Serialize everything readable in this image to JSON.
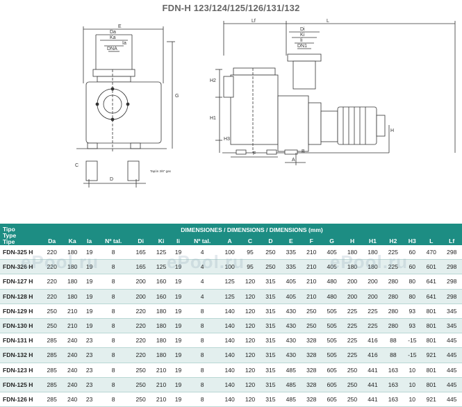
{
  "title": "FDN-H 123/124/125/126/131/132",
  "drawing_labels": {
    "E": "E",
    "Da": "Da",
    "Ka": "Ka",
    "Ia": "Ia",
    "DNA": "DNA",
    "G": "G",
    "C": "C",
    "D": "D",
    "tapon": "Tapón 3/8\" gas",
    "Lf": "Lf",
    "L": "L",
    "Di": "Di",
    "Ki": "Ki",
    "Ii": "Ii",
    "DN1": "DN1",
    "H2": "H2",
    "H1": "H1",
    "H3": "H3",
    "F": "F",
    "A": "A",
    "B": "B",
    "H": "H"
  },
  "table": {
    "tipo_header": [
      "Tipo",
      "Type",
      "Tipe"
    ],
    "dimensions_header": "DIMENSIONES / DIMENSIONS / DIMENSIONS (mm)",
    "columns": [
      "Da",
      "Ka",
      "Ia",
      "Nº tal.",
      "Di",
      "Ki",
      "Ii",
      "Nº tal.",
      "A",
      "C",
      "D",
      "E",
      "F",
      "G",
      "H",
      "H1",
      "H2",
      "H3",
      "L",
      "Lf"
    ],
    "rows": [
      {
        "model": "FDN-325 H",
        "values": [
          "220",
          "180",
          "19",
          "8",
          "165",
          "125",
          "19",
          "4",
          "100",
          "95",
          "250",
          "335",
          "210",
          "405",
          "180",
          "180",
          "225",
          "60",
          "470",
          "298"
        ]
      },
      {
        "model": "FDN-326 H",
        "values": [
          "220",
          "180",
          "19",
          "8",
          "165",
          "125",
          "19",
          "4",
          "100",
          "95",
          "250",
          "335",
          "210",
          "405",
          "180",
          "180",
          "225",
          "60",
          "601",
          "298"
        ]
      },
      {
        "model": "FDN-127 H",
        "values": [
          "220",
          "180",
          "19",
          "8",
          "200",
          "160",
          "19",
          "4",
          "125",
          "120",
          "315",
          "405",
          "210",
          "480",
          "200",
          "200",
          "280",
          "80",
          "641",
          "298"
        ]
      },
      {
        "model": "FDN-128 H",
        "values": [
          "220",
          "180",
          "19",
          "8",
          "200",
          "160",
          "19",
          "4",
          "125",
          "120",
          "315",
          "405",
          "210",
          "480",
          "200",
          "200",
          "280",
          "80",
          "641",
          "298"
        ]
      },
      {
        "model": "FDN-129 H",
        "values": [
          "250",
          "210",
          "19",
          "8",
          "220",
          "180",
          "19",
          "8",
          "140",
          "120",
          "315",
          "430",
          "250",
          "505",
          "225",
          "225",
          "280",
          "93",
          "801",
          "345"
        ]
      },
      {
        "model": "FDN-130 H",
        "values": [
          "250",
          "210",
          "19",
          "8",
          "220",
          "180",
          "19",
          "8",
          "140",
          "120",
          "315",
          "430",
          "250",
          "505",
          "225",
          "225",
          "280",
          "93",
          "801",
          "345"
        ]
      },
      {
        "model": "FDN-131 H",
        "values": [
          "285",
          "240",
          "23",
          "8",
          "220",
          "180",
          "19",
          "8",
          "140",
          "120",
          "315",
          "430",
          "328",
          "505",
          "225",
          "416",
          "88",
          "-15",
          "801",
          "445"
        ]
      },
      {
        "model": "FDN-132 H",
        "values": [
          "285",
          "240",
          "23",
          "8",
          "220",
          "180",
          "19",
          "8",
          "140",
          "120",
          "315",
          "430",
          "328",
          "505",
          "225",
          "416",
          "88",
          "-15",
          "921",
          "445"
        ]
      },
      {
        "model": "FDN-123 H",
        "values": [
          "285",
          "240",
          "23",
          "8",
          "250",
          "210",
          "19",
          "8",
          "140",
          "120",
          "315",
          "485",
          "328",
          "605",
          "250",
          "441",
          "163",
          "10",
          "801",
          "445"
        ]
      },
      {
        "model": "FDN-125 H",
        "values": [
          "285",
          "240",
          "23",
          "8",
          "250",
          "210",
          "19",
          "8",
          "140",
          "120",
          "315",
          "485",
          "328",
          "605",
          "250",
          "441",
          "163",
          "10",
          "801",
          "445"
        ]
      },
      {
        "model": "FDN-126 H",
        "values": [
          "285",
          "240",
          "23",
          "8",
          "250",
          "210",
          "19",
          "8",
          "140",
          "120",
          "315",
          "485",
          "328",
          "605",
          "250",
          "441",
          "163",
          "10",
          "921",
          "445"
        ]
      }
    ]
  },
  "watermark": "ePool.ru"
}
